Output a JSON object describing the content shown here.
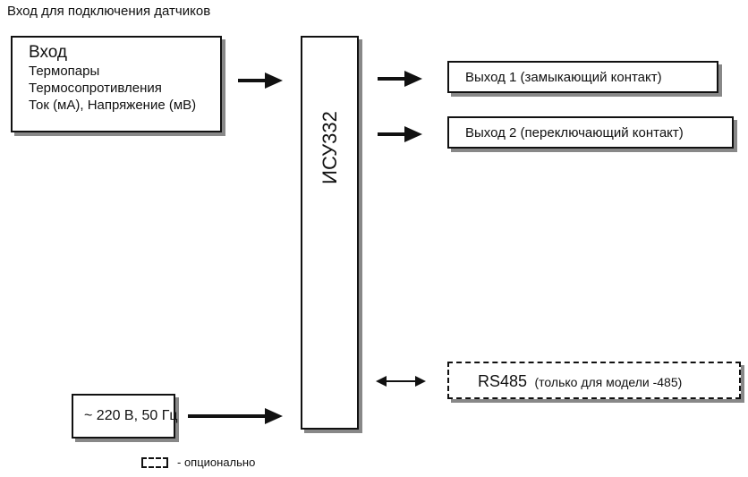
{
  "title": "Вход для подключения датчиков",
  "input_box": {
    "heading": "Вход",
    "lines": [
      "Термопары",
      "Термосопротивления",
      "Ток (мА), Напряжение (мВ)"
    ]
  },
  "device": {
    "label": "ИСУ332"
  },
  "outputs": [
    {
      "label": "Выход 1 (замыкающий контакт)"
    },
    {
      "label": "Выход 2 (переключающий контакт)"
    }
  ],
  "power": {
    "label": "~  220 В, 50 Гц"
  },
  "rs485": {
    "label": "RS485",
    "note": "(только для модели -485)"
  },
  "legend": {
    "label": "- опционально"
  }
}
